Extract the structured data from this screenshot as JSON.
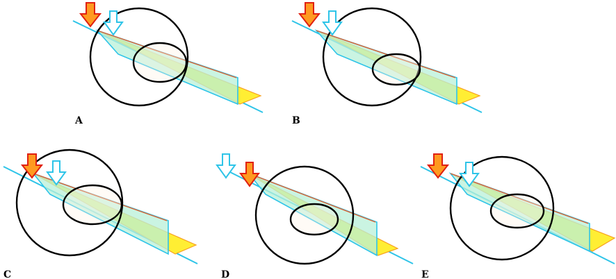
{
  "panels": [
    {
      "label": "A",
      "red_arrow_first": true
    },
    {
      "label": "B",
      "red_arrow_first": true
    },
    {
      "label": "C",
      "red_arrow_first": true
    },
    {
      "label": "D",
      "red_arrow_first": false
    },
    {
      "label": "E",
      "red_arrow_first": true
    }
  ],
  "colors": {
    "outline": "#000000",
    "cyan": "#2ec4e8",
    "yellow": "#ffee33",
    "orange": "#f7a020",
    "green_fill": "#b8f0d8",
    "red_line": "#e06030",
    "arrow_red_fill": "#ff9a20",
    "arrow_red_stroke": "#e02010",
    "arrow_cyan_fill": "#ffffff",
    "arrow_cyan_stroke": "#2ec4e8"
  }
}
